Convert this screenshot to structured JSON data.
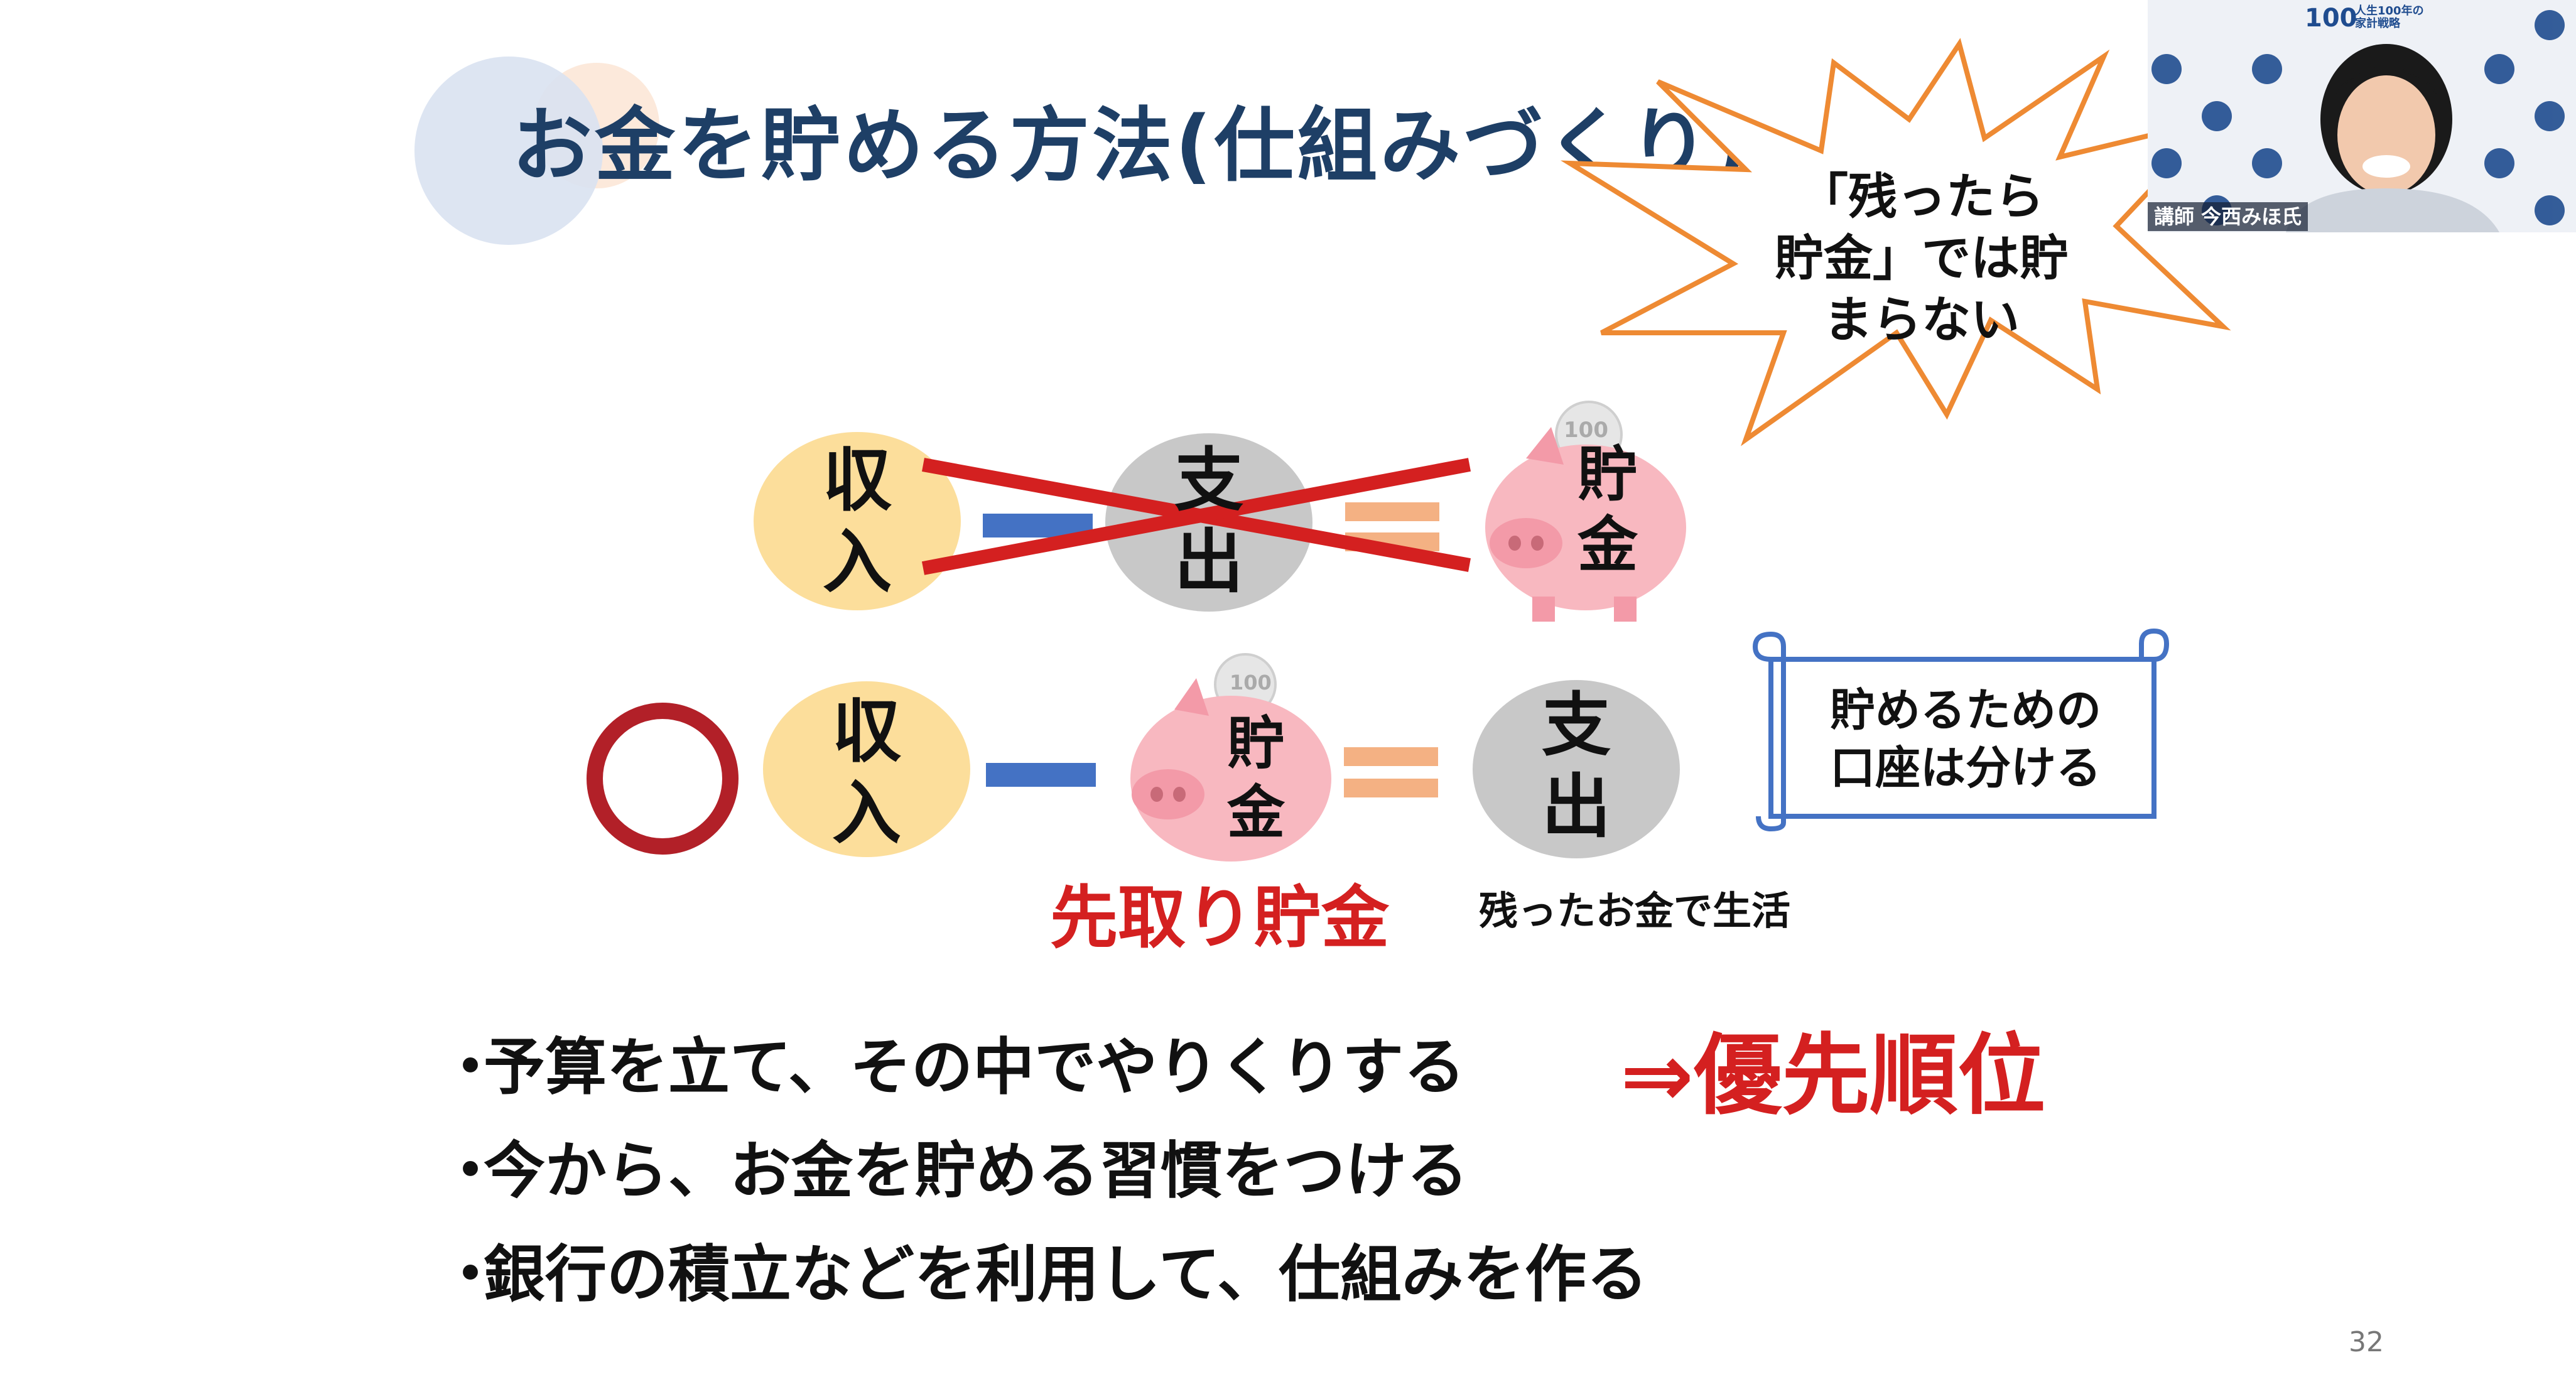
{
  "slide": {
    "title": "お金を貯める方法(仕組みづくり)",
    "burst_callout": [
      "「残ったら",
      "貯金」では貯",
      "まらない"
    ],
    "row1": {
      "circle1": [
        "収",
        "入"
      ],
      "circle2": [
        "支",
        "出"
      ],
      "pig": [
        "貯",
        "金"
      ],
      "coin": "100"
    },
    "row2": {
      "circle1": [
        "収",
        "入"
      ],
      "pig": [
        "貯",
        "金"
      ],
      "circle3": [
        "支",
        "出"
      ],
      "coin": "100"
    },
    "scroll_note": [
      "貯めるための",
      "口座は分ける"
    ],
    "sakidori_label": "先取り貯金",
    "nokotta_label": "残ったお金で生活",
    "bullets": [
      "予算を立て、その中でやりくりする",
      "今から、お金を貯める習慣をつける",
      "銀行の積立などを利用して、仕組みを作る"
    ],
    "bullet_marker": "・",
    "priority": "⇒優先順位",
    "page_number": "32"
  },
  "webcam": {
    "logo_number": "100",
    "logo_sub": [
      "人生100年の",
      "家計戦略"
    ],
    "presenter_caption": "講師 今西みほ氏"
  },
  "colors": {
    "title": "#1e3f66",
    "accent_red": "#d42020",
    "income_circle": "#fbd88a",
    "expense_circle": "#c8c8c8",
    "pig": "#f8b8c0",
    "minus_bar": "#4472c4",
    "equals_bar": "#f4b183",
    "burst_stroke": "#ee8a33",
    "scroll_stroke": "#4472c4"
  }
}
